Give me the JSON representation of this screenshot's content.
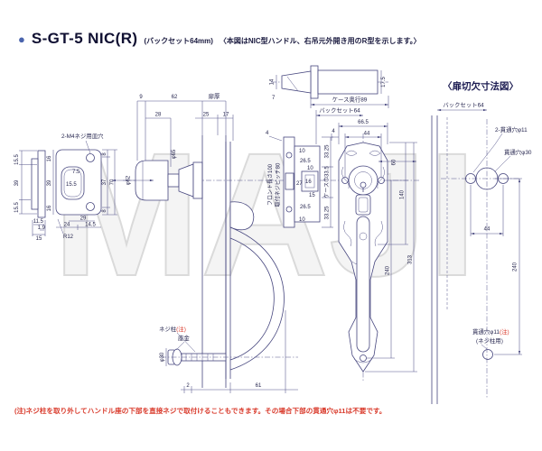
{
  "header": {
    "bullet": "●",
    "code": "S-GT-5 NIC(R)",
    "backset": "(バックセット64mm)",
    "desc": "〈本図はNIC型ハンドル、右吊元外開き用のR型を示します。〉"
  },
  "watermark": "MAJI",
  "note": "(注)ネジ柱を取り外してハンドル座の下部を直接ネジで取付けることもできます。その場合下部の貫通穴φ11は不要です。",
  "colors": {
    "line": "#46467e",
    "dim_text": "#26264f",
    "red": "#d93a2b",
    "watermark": "#dadada",
    "bullet": "#4a64ad",
    "background": "#ffffff"
  },
  "strike": {
    "screw_label": "2-M4ネジ用皿穴",
    "r12": "R12",
    "side": [
      "15.5",
      "39",
      "15.5",
      "11.5",
      "1.9",
      "15"
    ],
    "front": [
      "16",
      "7.5",
      "39",
      "15.5",
      "16",
      "8",
      "37",
      "70",
      "8",
      "29",
      "24",
      "14.5"
    ]
  },
  "knob": {
    "top": [
      "9",
      "62",
      "扉厚",
      "28",
      "25",
      "17"
    ],
    "dia": "φ62",
    "rose": "φ65"
  },
  "latch": {
    "d": [
      "14",
      "7",
      "17.5"
    ]
  },
  "case": {
    "front_len": "フロント長さ100",
    "pitch": "取付ネジピッチ80",
    "width": "ケース巾33.5",
    "d4": "4",
    "chain": [
      "10",
      "26.5",
      "27",
      "26.5",
      "10"
    ],
    "inner": [
      "10",
      "16",
      "15"
    ],
    "half": [
      "33.25",
      "33.25"
    ]
  },
  "handle": {
    "top": [
      "ケース奥行89",
      "バックセット64",
      "66.5",
      "44",
      "4"
    ],
    "right": [
      "60",
      "140",
      "240",
      "313"
    ],
    "bottom": [
      "2",
      "61"
    ],
    "post": "ネジ柱",
    "post_note": "(注)",
    "washer": "座金",
    "dia": "φ30"
  },
  "cutout": {
    "title": "〈扉切欠寸法図〉",
    "backset": "バックセット64",
    "holes": "2-貫通穴φ11",
    "center_hole": "貫通穴φ30",
    "d44": "44",
    "d240": "240",
    "bottom_hole": "貫通穴φ11",
    "bottom_note": "(注)",
    "bottom_sub": "(ネジ柱用)"
  }
}
